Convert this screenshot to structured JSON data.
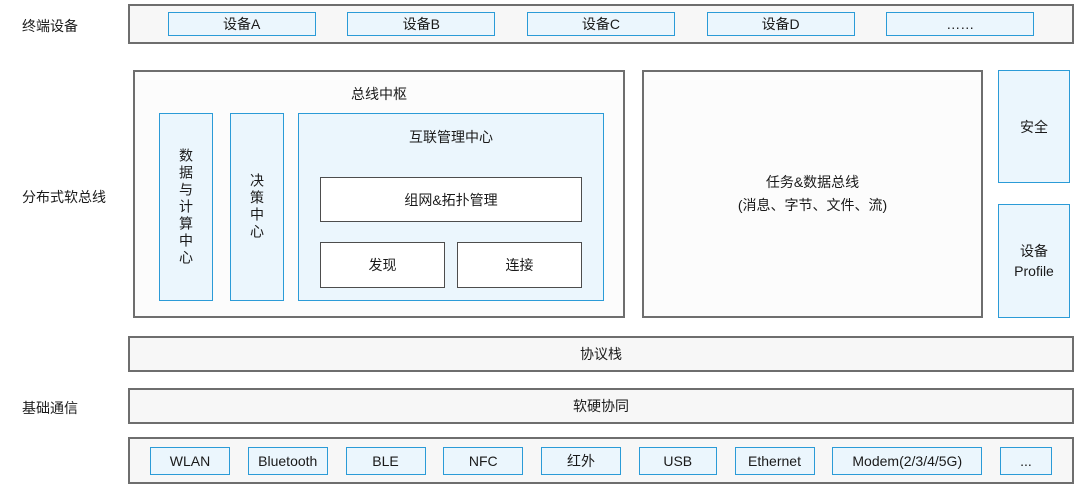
{
  "side_labels": {
    "terminal": "终端设备",
    "softbus": "分布式软总线",
    "basic_comm": "基础通信"
  },
  "terminal_row": {
    "devices": [
      "设备A",
      "设备B",
      "设备C",
      "设备D",
      "……"
    ]
  },
  "bus_hub": {
    "title": "总线中枢",
    "vertical_modules": [
      "数据与计算中心",
      "决策中心"
    ],
    "interconnect": {
      "title": "互联管理中心",
      "networking": "组网&拓扑管理",
      "discovery": "发现",
      "connection": "连接"
    }
  },
  "task_bus": {
    "line1": "任务&数据总线",
    "line2": "(消息、字节、文件、流)"
  },
  "side_modules": {
    "security": "安全",
    "profile_line1": "设备",
    "profile_line2": "Profile"
  },
  "protocol_stack": "协议栈",
  "hw_sw_synergy": "软硬协同",
  "transports": [
    "WLAN",
    "Bluetooth",
    "BLE",
    "NFC",
    "红外",
    "USB",
    "Ethernet",
    "Modem(2/3/4/5G)",
    "..."
  ],
  "colors": {
    "accent_blue_border": "#2b9bd7",
    "light_blue_fill": "#ebf6fd",
    "container_border": "#6e6e6e",
    "container_fill": "#f7f7f7",
    "inner_box_border": "#4d4d4d"
  }
}
